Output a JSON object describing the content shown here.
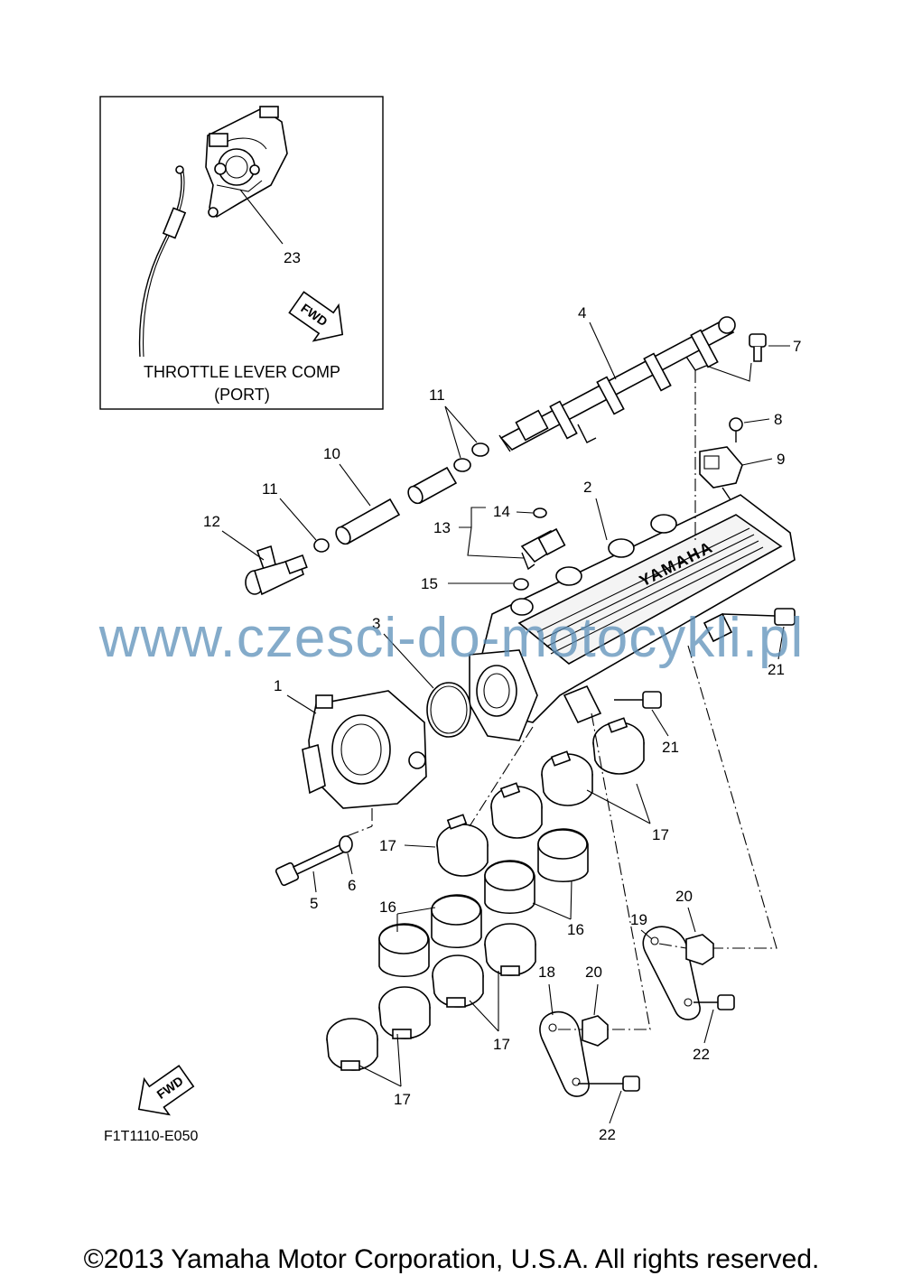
{
  "inset": {
    "title": "THROTTLE LEVER COMP",
    "subtitle": "(PORT)",
    "fwd_label": "FWD"
  },
  "diagram_code": "F1T1110-E050",
  "fwd_label_main": "FWD",
  "manifold_brand": "YAMAHA",
  "watermark": "www.czesci-do-motocykli.pl",
  "copyright": "©2013 Yamaha Motor Corporation, U.S.A. All rights reserved.",
  "callouts": {
    "c1": "1",
    "c2": "2",
    "c3": "3",
    "c4": "4",
    "c5": "5",
    "c6": "6",
    "c7": "7",
    "c8": "8",
    "c9": "9",
    "c10": "10",
    "c11a": "11",
    "c11b": "11",
    "c12": "12",
    "c13": "13",
    "c14": "14",
    "c15": "15",
    "c16a": "16",
    "c16b": "16",
    "c17a": "17",
    "c17b": "17",
    "c17c": "17",
    "c17d": "17",
    "c18": "18",
    "c19": "19",
    "c20a": "20",
    "c20b": "20",
    "c21a": "21",
    "c21b": "21",
    "c22a": "22",
    "c22b": "22",
    "c23": "23"
  }
}
